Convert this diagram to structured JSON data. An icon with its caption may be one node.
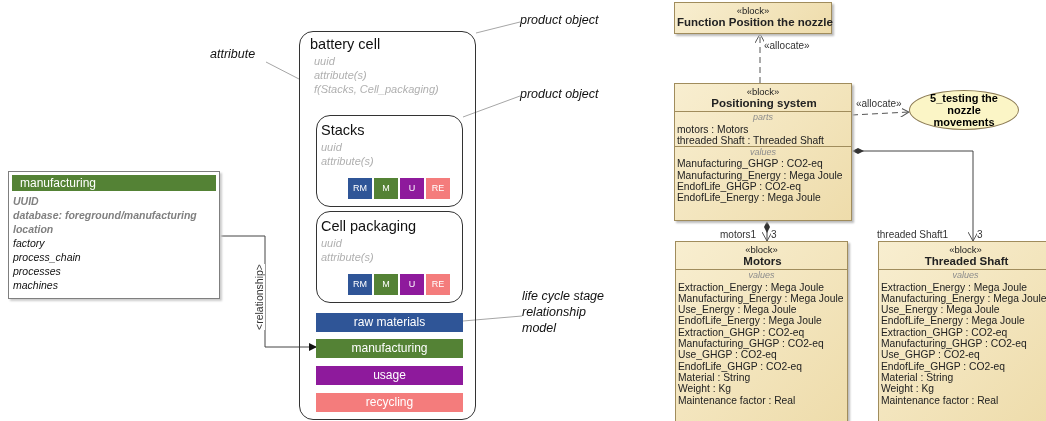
{
  "diagram": {
    "nodes": [
      {
        "text": [
          "manufacturing",
          "UUID",
          "database: foreground/manufacturing",
          "location",
          "factory",
          "process_chain",
          "processes",
          "machines"
        ]
      },
      {
        "text": [
          "battery cell",
          "uuid",
          "attribute(s)",
          "f(Stacks, Cell_packaging)"
        ]
      },
      {
        "text": [
          "Stacks",
          "uuid",
          "attribute(s)"
        ],
        "in": 1
      },
      {
        "text": [
          "RM"
        ],
        "in": 2
      },
      {
        "text": [
          "M"
        ],
        "in": 2
      },
      {
        "text": [
          "U"
        ],
        "in": 2
      },
      {
        "text": [
          "RE"
        ],
        "in": 2
      },
      {
        "text": [
          "Cell packaging",
          "uuid",
          "attribute(s)"
        ],
        "in": 1
      },
      {
        "text": [
          "RM"
        ],
        "in": 7
      },
      {
        "text": [
          "M"
        ],
        "in": 7
      },
      {
        "text": [
          "U"
        ],
        "in": 7
      },
      {
        "text": [
          "RE"
        ],
        "in": 7
      },
      {
        "text": [
          "raw materials"
        ],
        "in": 1
      },
      {
        "text": [
          "manufacturing"
        ],
        "in": 1
      },
      {
        "text": [
          "usage"
        ],
        "in": 1
      },
      {
        "text": [
          "recycling"
        ],
        "in": 1
      },
      {
        "text": [
          "attribute"
        ]
      },
      {
        "text": [
          "product object"
        ]
      },
      {
        "text": [
          "product object"
        ]
      },
      {
        "text": [
          "life cycle stage relationship model"
        ]
      },
      {
        "text": [
          "«block»",
          "Function Position the nozzle"
        ]
      },
      {
        "text": [
          "«block»",
          "Positioning system",
          "parts",
          "motors : Motors",
          "threaded Shaft : Threaded Shaft",
          "values",
          "Manufacturing_GHGP : CO2-eq",
          "Manufacturing_Energy : Mega Joule",
          "EndofLife_GHGP : CO2-eq",
          "EndofLife_Energy : Mega Joule"
        ]
      },
      {
        "text": [
          "5_testing the nozzle movements"
        ]
      },
      {
        "text": [
          "«block»",
          "Motors",
          "values",
          "Extraction_Energy : Mega Joule",
          "Manufacturing_Energy : Mega Joule",
          "Use_Energy : Mega Joule",
          "EndofLife_Energy : Mega Joule",
          "Extraction_GHGP : CO2-eq",
          "Manufacturing_GHGP : CO2-eq",
          "Use_GHGP : CO2-eq",
          "EndofLife_GHGP : CO2-eq",
          "Material : String",
          "Weight : Kg",
          "Maintenance factor : Real"
        ]
      },
      {
        "text": [
          "«block»",
          "Threaded Shaft",
          "values",
          "Extraction_Energy : Mega Joule",
          "Manufacturing_Energy : Mega Joule",
          "Use_Energy : Mega Joule",
          "EndofLife_Energy : Mega Joule",
          "Extraction_GHGP : CO2-eq",
          "Manufacturing_GHGP : CO2-eq",
          "Use_GHGP : CO2-eq",
          "EndofLife_GHGP : CO2-eq",
          "Material : String",
          "Weight : Kg",
          "Maintenance factor : Real"
        ]
      }
    ],
    "edges": [
      {
        "from": 0,
        "to": 13,
        "arrow": "to",
        "label": "<relationship>",
        "color": "#444444"
      },
      {
        "from": 16,
        "to": 1,
        "arrow": "none",
        "color": "#a6a6a6"
      },
      {
        "from": 17,
        "to": 1,
        "arrow": "none",
        "color": "#a6a6a6"
      },
      {
        "from": 18,
        "to": 2,
        "arrow": "none",
        "color": "#a6a6a6"
      },
      {
        "from": 19,
        "to": 12,
        "arrow": "none",
        "color": "#a6a6a6"
      },
      {
        "from": 21,
        "to": 20,
        "arrow": "to",
        "label": "«allocate»",
        "style": "dashed"
      },
      {
        "from": 21,
        "to": 22,
        "arrow": "to",
        "label": "«allocate»",
        "style": "dashed"
      },
      {
        "from": 21,
        "to": 23,
        "arrow": "to",
        "label": "motors1",
        "color": "#444444"
      },
      {
        "from": 21,
        "to": 24,
        "arrow": "to",
        "label": "threaded Shaft1",
        "color": "#444444"
      }
    ],
    "labels": [
      "3",
      "3"
    ]
  }
}
